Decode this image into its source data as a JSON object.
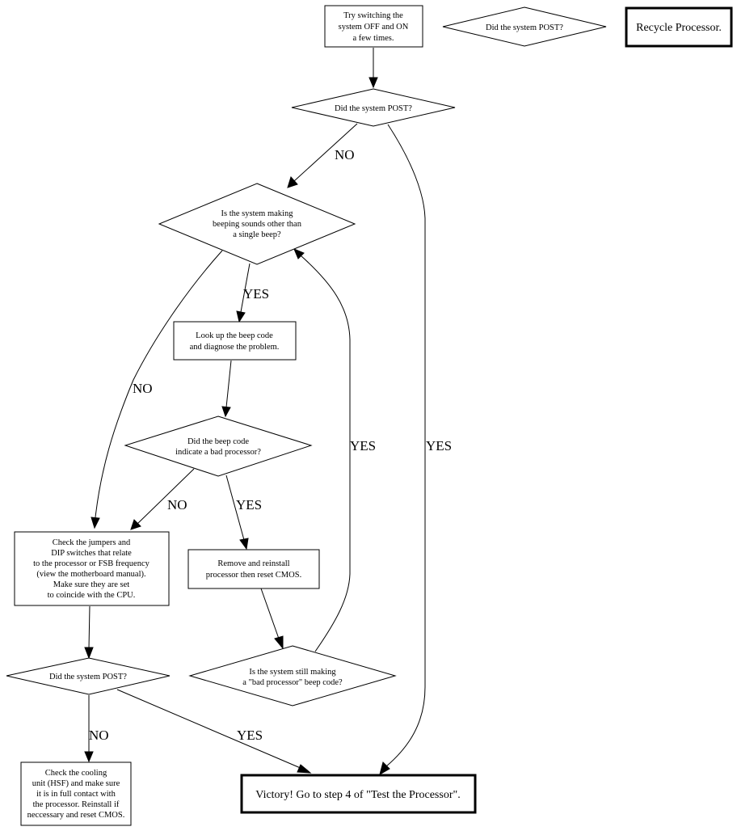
{
  "title": "Processor troubleshooting flowchart",
  "nodes": {
    "try_switching": {
      "lines": [
        "Try switching the",
        "system OFF and ON",
        "a few times."
      ]
    },
    "post_orphan": {
      "lines": [
        "Did the system POST?"
      ]
    },
    "recycle": {
      "lines": [
        "Recycle Processor."
      ]
    },
    "post_1": {
      "lines": [
        "Did the system POST?"
      ]
    },
    "beeping": {
      "lines": [
        "Is the system making",
        "beeping sounds other than",
        "a single beep?"
      ]
    },
    "lookup": {
      "lines": [
        "Look up the beep code",
        "and diagnose the problem."
      ]
    },
    "bad_proc": {
      "lines": [
        "Did the beep code",
        "indicate a bad processor?"
      ]
    },
    "jumpers": {
      "lines": [
        "Check the jumpers and",
        "DIP switches that relate",
        "to the processor or FSB frequency",
        "(view the motherboard manual).",
        "Make sure they are set",
        "to coincide with the CPU."
      ]
    },
    "reinstall": {
      "lines": [
        "Remove and reinstall",
        "processor then reset CMOS."
      ]
    },
    "still_bad": {
      "lines": [
        "Is the system still making",
        "a \"bad processor\" beep code?"
      ]
    },
    "post_2": {
      "lines": [
        "Did the system POST?"
      ]
    },
    "cooling": {
      "lines": [
        "Check the cooling",
        "unit (HSF) and make sure",
        "it is in full contact with",
        "the processor. Reinstall if",
        "neccessary and reset CMOS."
      ]
    },
    "victory": {
      "lines": [
        "Victory! Go to step 4 of \"Test the Processor\"."
      ]
    }
  },
  "edges": [
    {
      "from": "try_switching",
      "to": "post_1",
      "label": ""
    },
    {
      "from": "post_1",
      "to": "beeping",
      "label": "NO"
    },
    {
      "from": "post_1",
      "to": "victory",
      "label": "YES"
    },
    {
      "from": "beeping",
      "to": "lookup",
      "label": "YES"
    },
    {
      "from": "beeping",
      "to": "jumpers",
      "label": "NO"
    },
    {
      "from": "lookup",
      "to": "bad_proc",
      "label": ""
    },
    {
      "from": "bad_proc",
      "to": "jumpers",
      "label": "NO"
    },
    {
      "from": "bad_proc",
      "to": "reinstall",
      "label": "YES"
    },
    {
      "from": "reinstall",
      "to": "still_bad",
      "label": ""
    },
    {
      "from": "still_bad",
      "to": "beeping",
      "label": "YES"
    },
    {
      "from": "jumpers",
      "to": "post_2",
      "label": ""
    },
    {
      "from": "post_2",
      "to": "cooling",
      "label": "NO"
    },
    {
      "from": "post_2",
      "to": "victory",
      "label": "YES"
    }
  ]
}
